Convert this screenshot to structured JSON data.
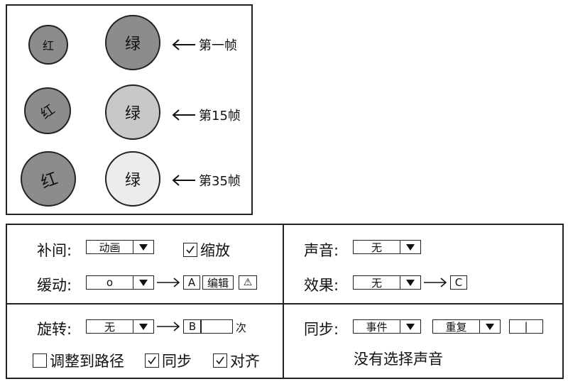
{
  "stage": {
    "rows": [
      {
        "red": "红",
        "green": "绿",
        "frame": "第一帧",
        "green_fill": "#8c8c8c"
      },
      {
        "red": "红",
        "green": "绿",
        "frame": "第15帧",
        "green_fill": "#c8c8c8"
      },
      {
        "red": "红",
        "green": "绿",
        "frame": "第35帧",
        "green_fill": "#ececec"
      }
    ],
    "red_fill": "#8c8c8c"
  },
  "panel": {
    "tween": {
      "label": "补间:",
      "value": "动画"
    },
    "scale": {
      "label": "缩放",
      "checked": true
    },
    "ease": {
      "label": "缓动:",
      "value": "o",
      "box": "A",
      "edit": "编辑",
      "warn": "⚠"
    },
    "rotate": {
      "label": "旋转:",
      "value": "无",
      "box": "B",
      "times": "次"
    },
    "orient_path": {
      "label": "调整到路径",
      "checked": false
    },
    "sync": {
      "label": "同步",
      "checked": true
    },
    "snap": {
      "label": "对齐",
      "checked": true
    },
    "sound": {
      "label": "声音:",
      "value": "无"
    },
    "effect": {
      "label": "效果:",
      "value": "无",
      "box": "C"
    },
    "sound_sync": {
      "label": "同步:",
      "event": "事件",
      "repeat": "重复",
      "count": "|"
    },
    "no_sound": "没有选择声音"
  }
}
